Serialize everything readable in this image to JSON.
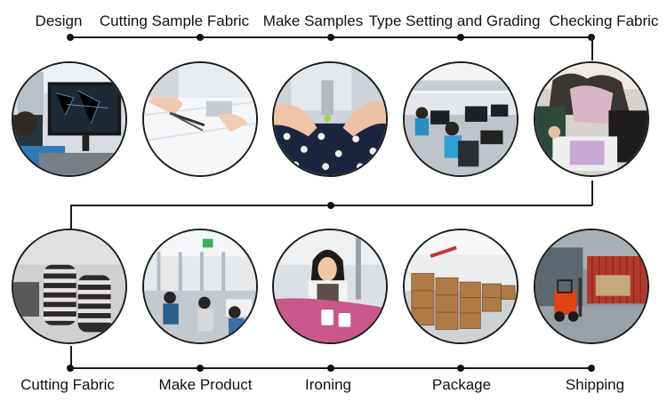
{
  "steps_top": [
    {
      "label": "Design",
      "icon": "design-computer-photo"
    },
    {
      "label": "Cutting Sample Fabric",
      "icon": "cutting-sample-fabric-photo"
    },
    {
      "label": "Make Samples",
      "icon": "make-samples-photo"
    },
    {
      "label": "Type Setting and Grading",
      "icon": "type-setting-office-photo"
    },
    {
      "label": "Checking Fabric",
      "icon": "checking-fabric-photo"
    }
  ],
  "steps_bottom": [
    {
      "label": "Cutting Fabric",
      "icon": "cutting-fabric-stacks-photo"
    },
    {
      "label": "Make Product",
      "icon": "factory-floor-photo"
    },
    {
      "label": "Ironing",
      "icon": "ironing-photo"
    },
    {
      "label": "Package",
      "icon": "boxes-warehouse-photo"
    },
    {
      "label": "Shipping",
      "icon": "forklift-container-photo"
    }
  ],
  "colors": {
    "line": "#1a1a1a",
    "text": "#111111",
    "background": "#ffffff"
  }
}
